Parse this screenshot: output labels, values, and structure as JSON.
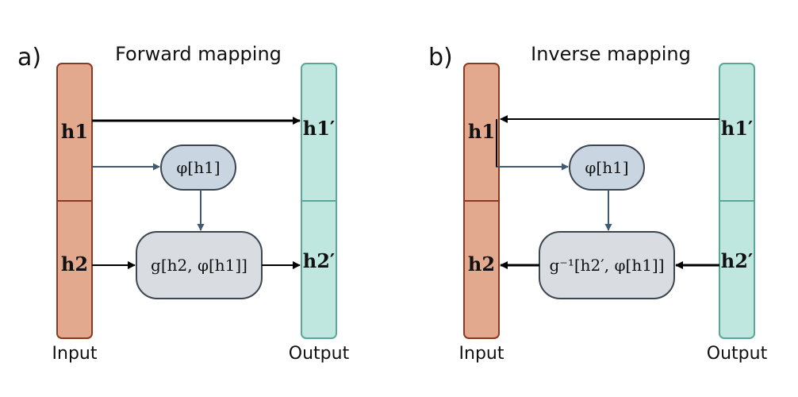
{
  "panels": [
    {
      "letter": "a)",
      "title": "Forward mapping",
      "input_label": "Input",
      "output_label": "Output",
      "input_top": "h1",
      "input_bottom": "h2",
      "output_top": "h1′",
      "output_bottom": "h2′",
      "phi": "φ[h1]",
      "func": "g[h2, φ[h1]]"
    },
    {
      "letter": "b)",
      "title": "Inverse mapping",
      "input_label": "Input",
      "output_label": "Output",
      "input_top": "h1",
      "input_bottom": "h2",
      "output_top": "h1′",
      "output_bottom": "h2′",
      "phi": "φ[h1]",
      "func": "g⁻¹[h2′, φ[h1]]"
    }
  ],
  "colors": {
    "input_fill": "#e2a98f",
    "input_stroke": "#8a3a22",
    "output_fill": "#bfe6df",
    "output_stroke": "#5aa79a",
    "phi_fill": "#c9d6e2",
    "box_fill": "#d9dde2",
    "box_stroke": "#3b4650",
    "arrow_dark": "#000000",
    "arrow_blue": "#3e5b73"
  }
}
